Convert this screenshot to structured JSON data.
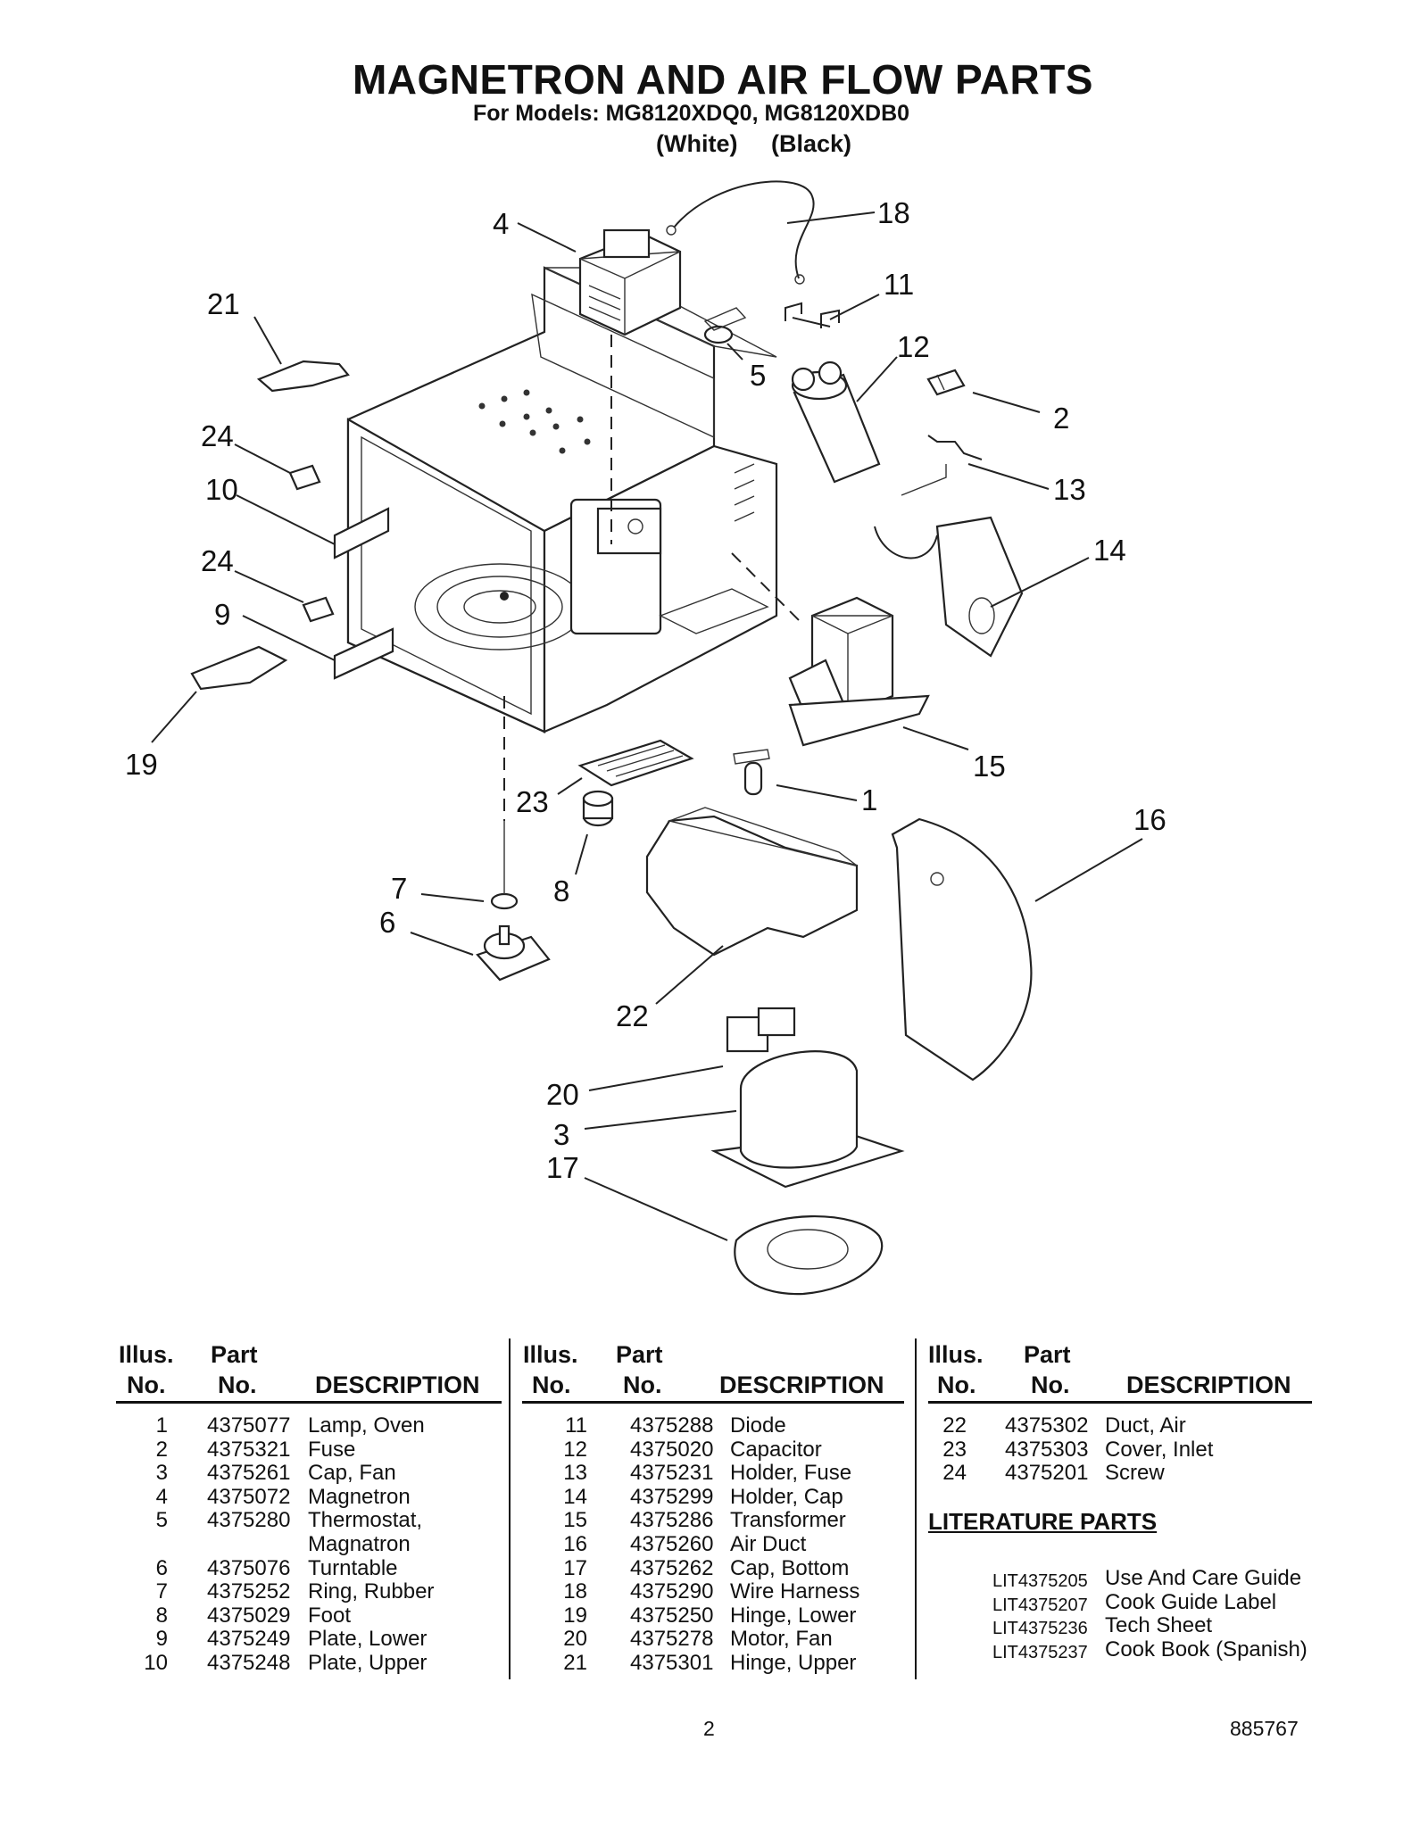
{
  "header": {
    "title": "MAGNETRON AND AIR FLOW PARTS",
    "models": "For Models: MG8120XDQ0, MG8120XDB0",
    "colors": "(White)     (Black)"
  },
  "callouts": [
    "1",
    "2",
    "3",
    "4",
    "5",
    "6",
    "7",
    "8",
    "9",
    "10",
    "11",
    "12",
    "13",
    "14",
    "15",
    "16",
    "17",
    "18",
    "19",
    "20",
    "21",
    "22",
    "23",
    "24",
    "24"
  ],
  "table": {
    "headers": {
      "illus_1": "Illus.",
      "illus_2": "No.",
      "part_1": "Part",
      "part_2": "No.",
      "desc": "DESCRIPTION"
    },
    "col1": [
      {
        "no": "1",
        "part": "4375077",
        "desc": "Lamp, Oven"
      },
      {
        "no": "2",
        "part": "4375321",
        "desc": "Fuse"
      },
      {
        "no": "3",
        "part": "4375261",
        "desc": "Cap, Fan"
      },
      {
        "no": "4",
        "part": "4375072",
        "desc": "Magnetron"
      },
      {
        "no": "5",
        "part": "4375280",
        "desc": "Thermostat,"
      },
      {
        "no": "",
        "part": "",
        "desc": "Magnatron"
      },
      {
        "no": "6",
        "part": "4375076",
        "desc": "Turntable"
      },
      {
        "no": "7",
        "part": "4375252",
        "desc": "Ring, Rubber"
      },
      {
        "no": "8",
        "part": "4375029",
        "desc": "Foot"
      },
      {
        "no": "9",
        "part": "4375249",
        "desc": "Plate, Lower"
      },
      {
        "no": "10",
        "part": "4375248",
        "desc": "Plate, Upper"
      }
    ],
    "col2": [
      {
        "no": "11",
        "part": "4375288",
        "desc": "Diode"
      },
      {
        "no": "12",
        "part": "4375020",
        "desc": "Capacitor"
      },
      {
        "no": "13",
        "part": "4375231",
        "desc": "Holder, Fuse"
      },
      {
        "no": "14",
        "part": "4375299",
        "desc": "Holder, Cap"
      },
      {
        "no": "15",
        "part": "4375286",
        "desc": "Transformer"
      },
      {
        "no": "16",
        "part": "4375260",
        "desc": "Air Duct"
      },
      {
        "no": "17",
        "part": "4375262",
        "desc": "Cap, Bottom"
      },
      {
        "no": "18",
        "part": "4375290",
        "desc": "Wire Harness"
      },
      {
        "no": "19",
        "part": "4375250",
        "desc": "Hinge, Lower"
      },
      {
        "no": "20",
        "part": "4375278",
        "desc": "Motor, Fan"
      },
      {
        "no": "21",
        "part": "4375301",
        "desc": "Hinge, Upper"
      }
    ],
    "col3": [
      {
        "no": "22",
        "part": "4375302",
        "desc": "Duct, Air"
      },
      {
        "no": "23",
        "part": "4375303",
        "desc": "Cover, Inlet"
      },
      {
        "no": "24",
        "part": "4375201",
        "desc": "Screw"
      }
    ]
  },
  "literature": {
    "title": "LITERATURE PARTS",
    "items": [
      {
        "code": "LIT4375205",
        "desc": "Use And Care Guide"
      },
      {
        "code": "LIT4375207",
        "desc": "Cook Guide Label"
      },
      {
        "code": "LIT4375236",
        "desc": "Tech Sheet"
      },
      {
        "code": "LIT4375237",
        "desc": "Cook Book (Spanish)"
      }
    ]
  },
  "footer": {
    "page": "2",
    "doc_number": "885767"
  }
}
